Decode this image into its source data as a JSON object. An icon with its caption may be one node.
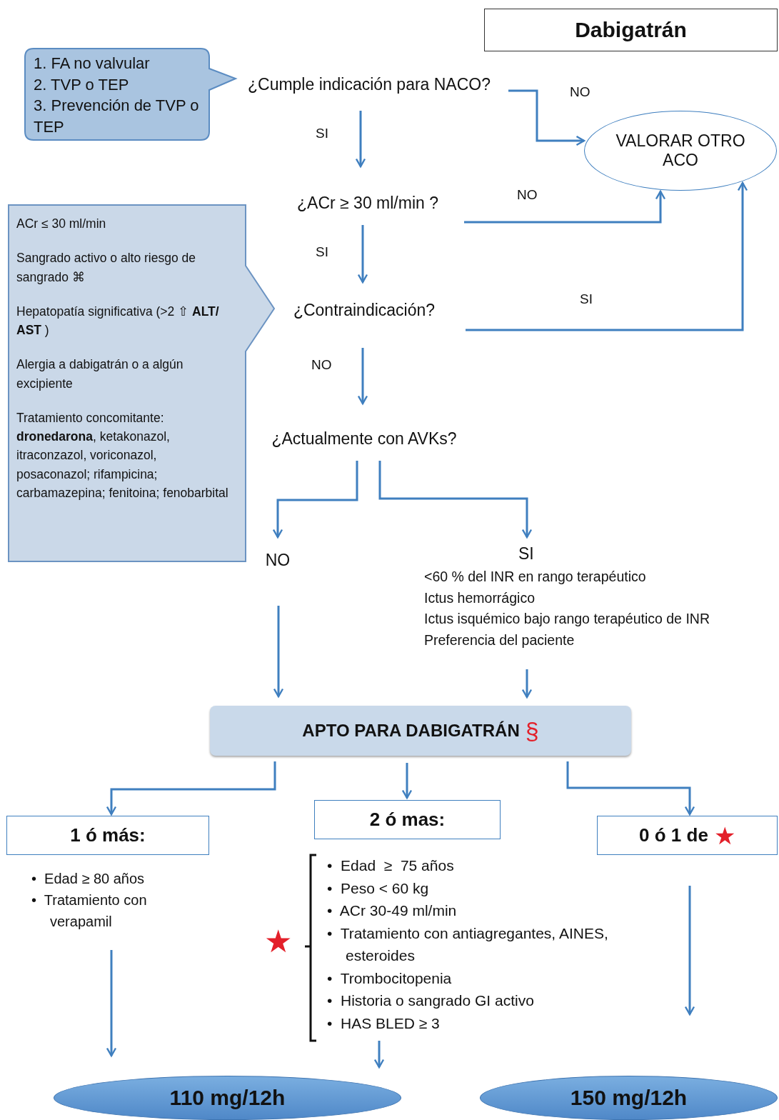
{
  "diagram": {
    "title": "Dabigatrán",
    "nodes": [
      {
        "text": [
          "1. FA no valvular",
          "2. TVP o TEP",
          "3. Prevención de TVP o TEP"
        ]
      },
      {
        "text": [
          "¿Cumple indicación para NACO?"
        ]
      },
      {
        "text": [
          "VALORAR  OTRO ACO"
        ]
      },
      {
        "text": [
          "¿ACr ≥ 30 ml/min ?"
        ]
      },
      {
        "text": [
          "ACr ≤ 30 ml/min",
          "Sangrado activo o alto riesgo de sangrado ⌘",
          "Hepatopatía significativa (>2 ⇧ **ALT/ AST** )",
          "Alergia a dabigatrán o a algún excipiente",
          "Tratamiento concomitante: **dronedarona**, ketakonazol, itraconzazol, voriconazol, posaconazol; rifampicina; carbamazepina; fenitoina; fenobarbital"
        ]
      },
      {
        "text": [
          "¿Contraindicación?"
        ]
      },
      {
        "text": [
          "¿Actualmente con AVKs?"
        ]
      },
      {
        "text": [
          "NO"
        ]
      },
      {
        "text": [
          "SI",
          "<60 % del INR en rango terapéutico",
          "Ictus hemorrágico",
          "Ictus isquémico bajo rango terapéutico de INR",
          "Preferencia del paciente"
        ]
      },
      {
        "text": [
          "APTO PARA DABIGATRÁN",
          "§"
        ]
      },
      {
        "text": [
          "1 ó más:"
        ]
      },
      {
        "text": [
          "2 ó mas:"
        ]
      },
      {
        "text": [
          "0 ó 1 de",
          "★"
        ]
      },
      {
        "text": [
          "•  Edad ≥ 80 años",
          "•  Tratamiento con verapamil"
        ]
      },
      {
        "text": [
          "•  Edad  ≥  75 años",
          "•  Peso < 60 kg",
          "•  ACr 30-49 ml/min",
          "•  Tratamiento con antiagregantes, AINES, esteroides",
          "•  Trombocitopenia",
          "•  Historia o sangrado GI activo",
          "•  HAS BLED ≥ 3"
        ]
      },
      {
        "text": [
          "110 mg/12h"
        ]
      },
      {
        "text": [
          "150 mg/12h"
        ]
      }
    ],
    "edges": [
      {
        "from": 1,
        "to": 2,
        "arrow": "to",
        "label": "NO"
      },
      {
        "from": 1,
        "to": 3,
        "arrow": "to",
        "label": "SI"
      },
      {
        "from": 3,
        "to": 2,
        "arrow": "to",
        "label": "NO"
      },
      {
        "from": 3,
        "to": 5,
        "arrow": "to",
        "label": "SI"
      },
      {
        "from": 5,
        "to": 2,
        "arrow": "to",
        "label": "SI"
      },
      {
        "from": 5,
        "to": 6,
        "arrow": "to",
        "label": "NO"
      },
      {
        "from": 6,
        "to": 7,
        "arrow": "to"
      },
      {
        "from": 6,
        "to": 8,
        "arrow": "to"
      },
      {
        "from": 7,
        "to": 9,
        "arrow": "to"
      },
      {
        "from": 8,
        "to": 9,
        "arrow": "to"
      },
      {
        "from": 9,
        "to": 10,
        "arrow": "to"
      },
      {
        "from": 9,
        "to": 11,
        "arrow": "to"
      },
      {
        "from": 9,
        "to": 12,
        "arrow": "to"
      },
      {
        "from": 13,
        "to": 15,
        "arrow": "to"
      },
      {
        "from": 14,
        "to": 15,
        "arrow": "to"
      },
      {
        "from": 12,
        "to": 16,
        "arrow": "to"
      }
    ],
    "labels": [
      "★"
    ]
  }
}
